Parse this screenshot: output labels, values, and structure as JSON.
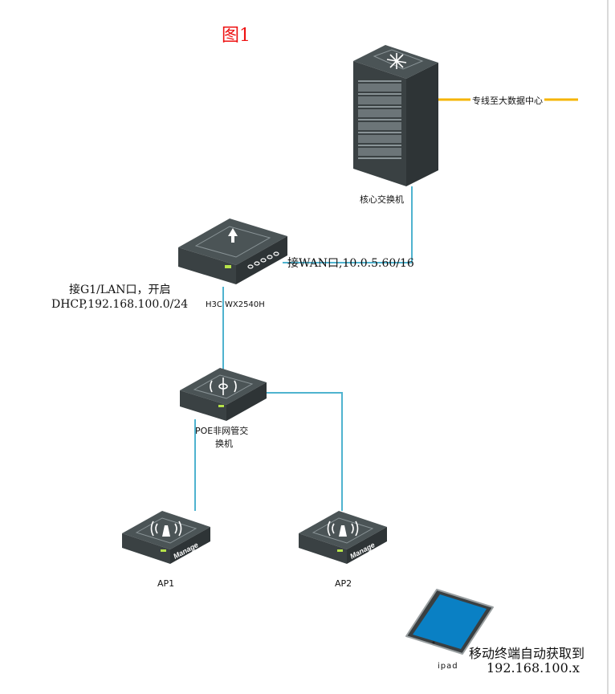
{
  "title": "图1",
  "colors": {
    "link": "#4fb3cf",
    "dedicated_line": "#f5b400",
    "device_body": "#3d4547",
    "title": "#ee1111",
    "ipad_screen": "#0a80c4"
  },
  "nodes": {
    "core_switch": {
      "label": "核心交换机",
      "icon": "core-switch-rack-icon"
    },
    "ac_controller": {
      "label": "H3C WX2540H",
      "icon": "wireless-controller-icon"
    },
    "poe_switch": {
      "label_line1": "POE非网管交",
      "label_line2": "换机",
      "icon": "poe-switch-icon"
    },
    "ap1": {
      "label": "AP1",
      "badge": "Manage",
      "icon": "access-point-icon"
    },
    "ap2": {
      "label": "AP2",
      "badge": "Manage",
      "icon": "access-point-icon"
    },
    "ipad": {
      "label": "ipad",
      "icon": "tablet-icon"
    }
  },
  "annotations": {
    "dedicated_line": "专线至大数据中心",
    "wan": "接WAN口,10.0.5.60/16",
    "lan_line1": "接G1/LAN口，开启",
    "lan_line2": "DHCP,192.168.100.0/24",
    "mobile_line1": "移动终端自动获取到",
    "mobile_line2": "192.168.100.x"
  }
}
